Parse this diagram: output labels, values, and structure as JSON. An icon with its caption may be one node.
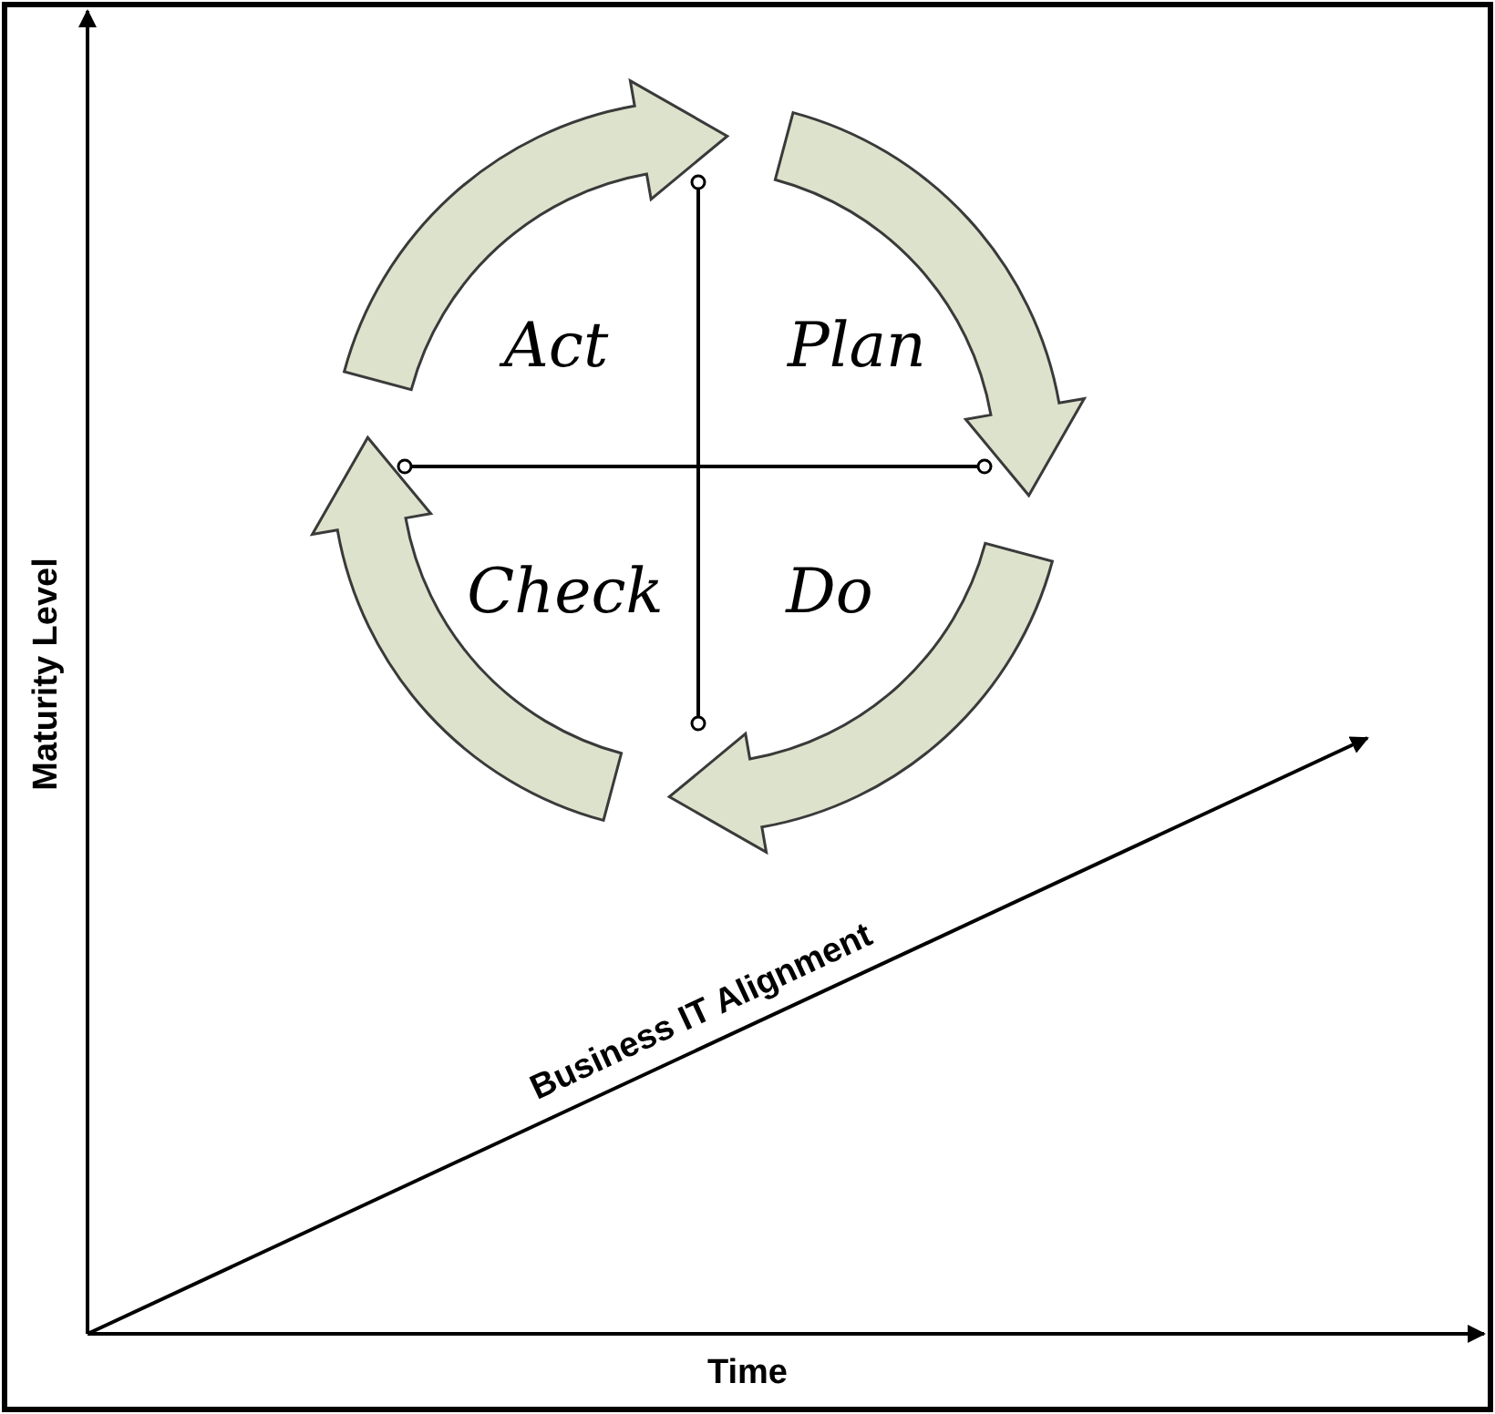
{
  "diagram": {
    "nodes": [
      {
        "text": [
          "Act"
        ]
      },
      {
        "text": [
          "Plan"
        ]
      },
      {
        "text": [
          "Do"
        ]
      },
      {
        "text": [
          "Check"
        ]
      }
    ],
    "edges": [
      {
        "from": 0,
        "to": 1,
        "arrow": "to"
      },
      {
        "from": 1,
        "to": 2,
        "arrow": "to"
      },
      {
        "from": 2,
        "to": 3,
        "arrow": "to"
      },
      {
        "from": 3,
        "to": 0,
        "arrow": "to"
      }
    ],
    "labels": [
      "Maturity Level",
      "Business IT Alignment",
      "Time"
    ]
  }
}
